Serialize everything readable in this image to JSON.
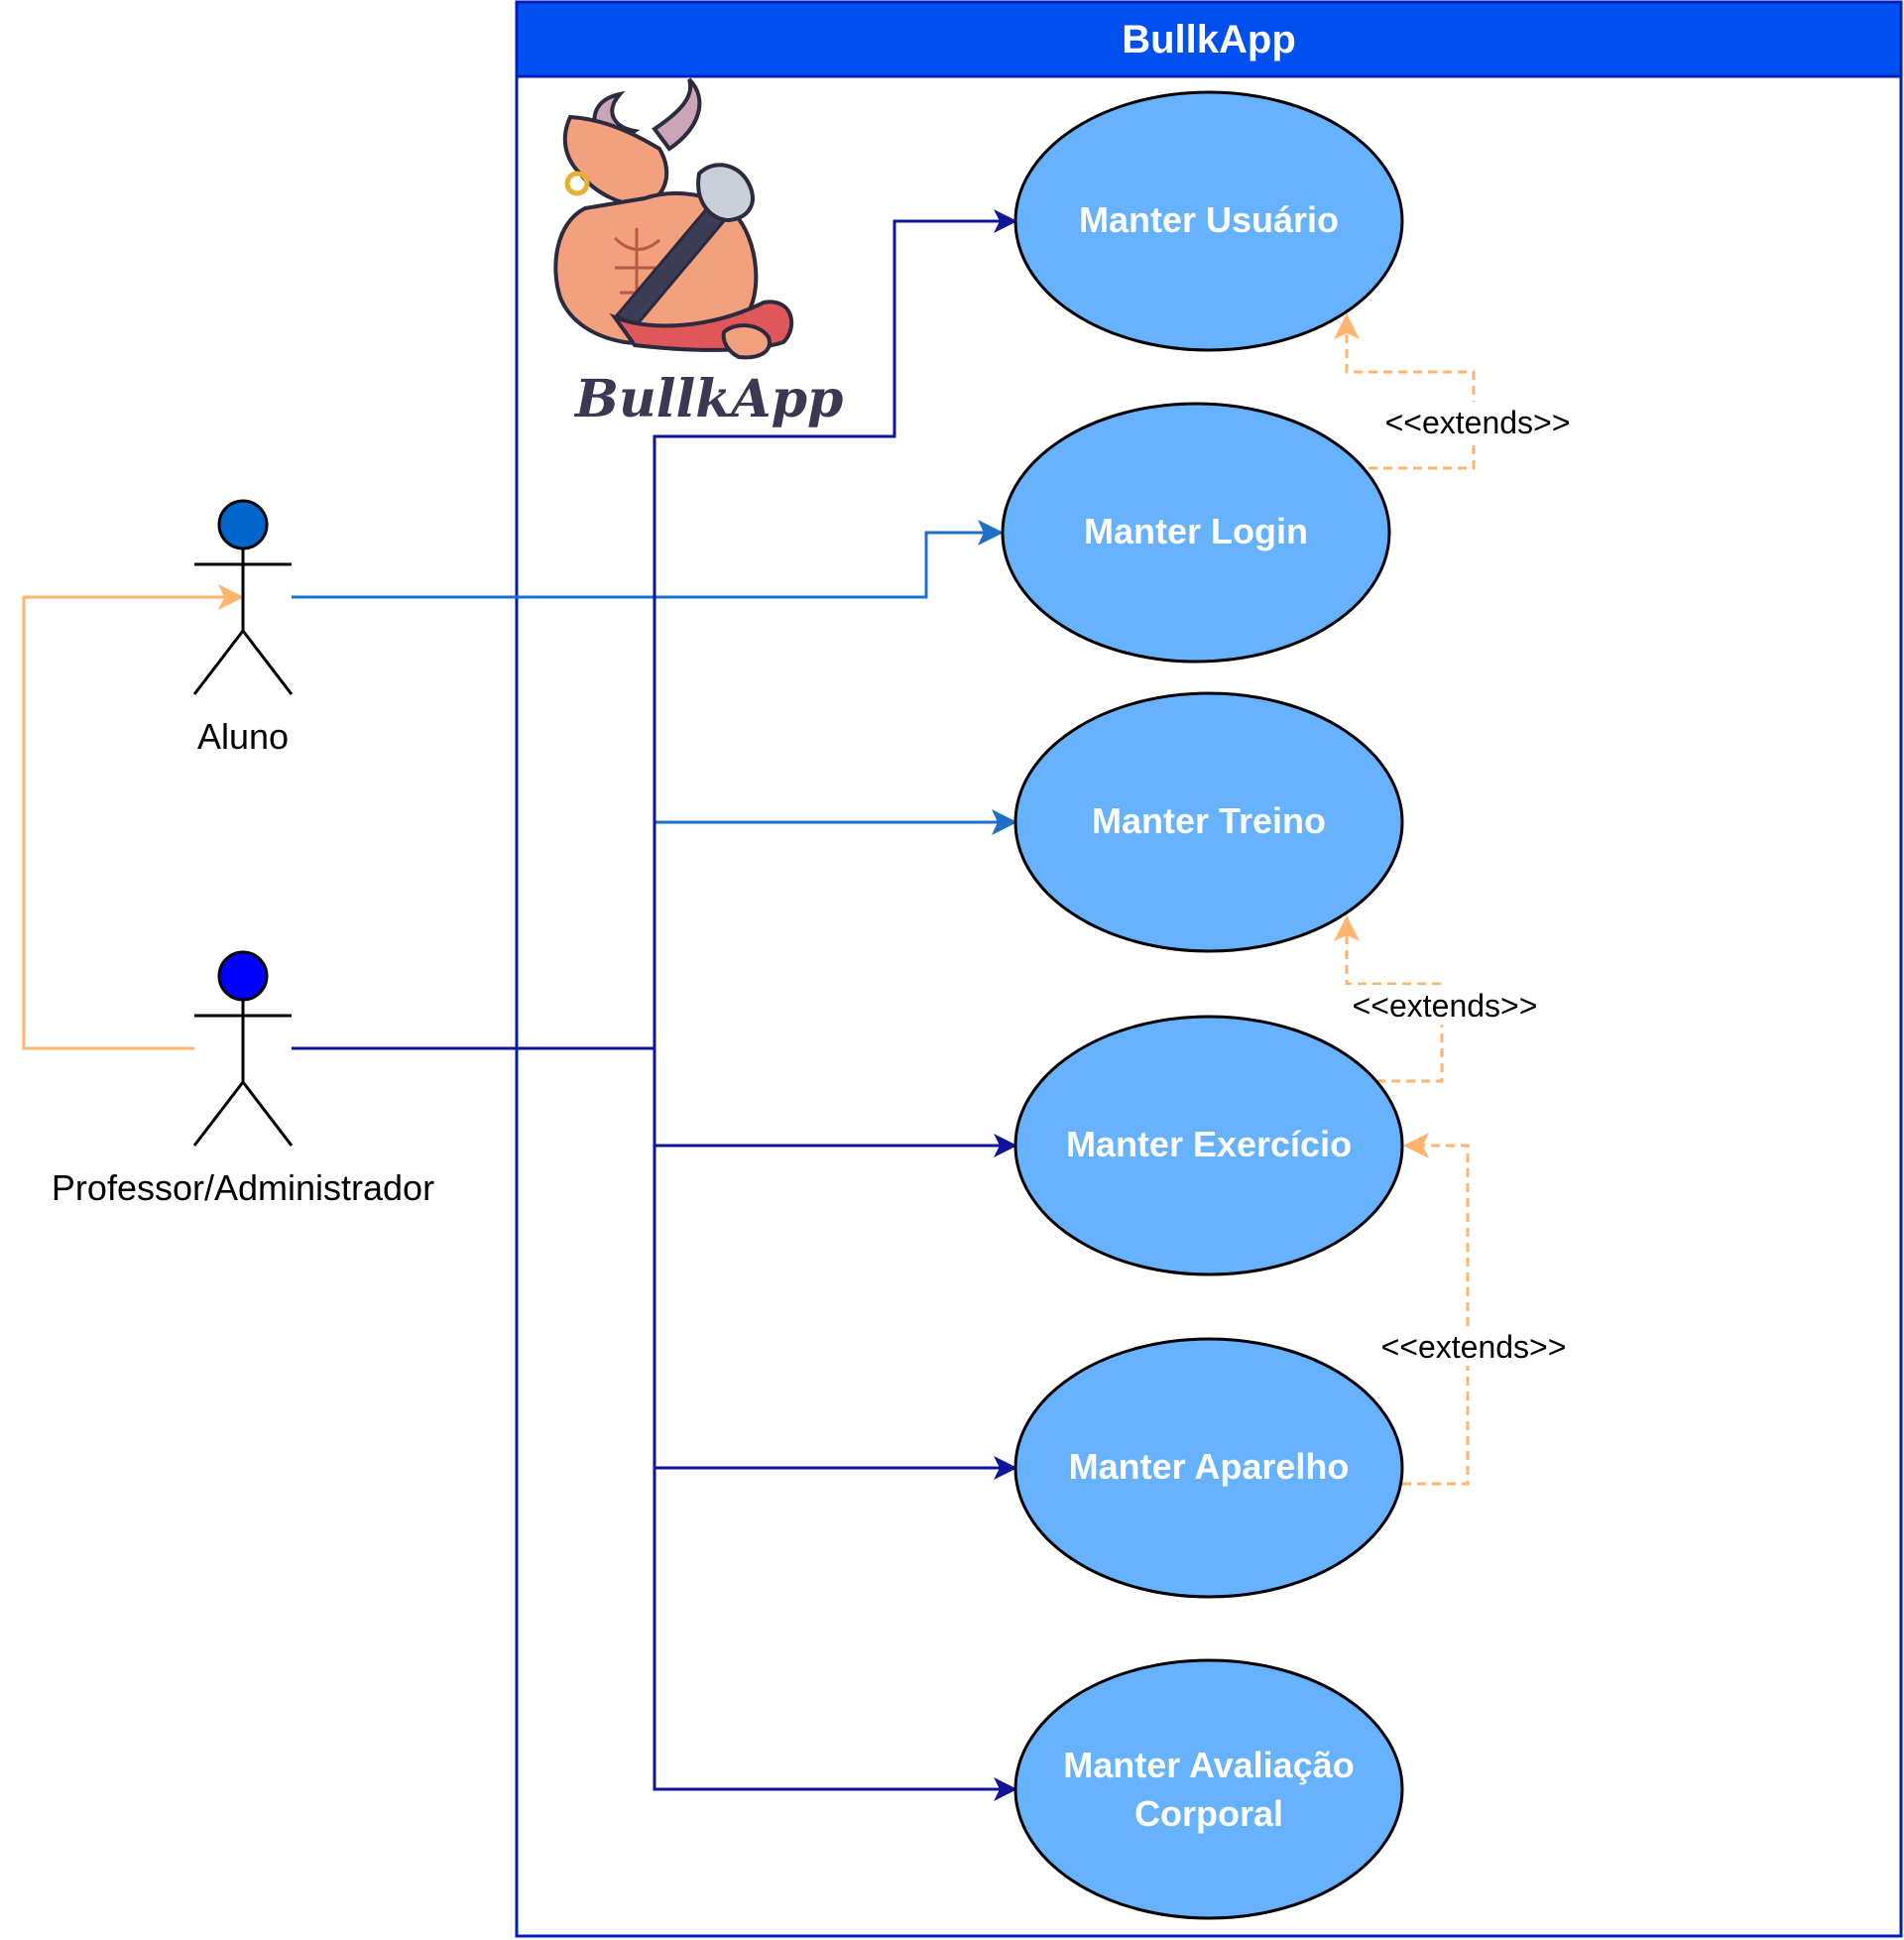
{
  "system": {
    "title": "BullkApp"
  },
  "logo": {
    "wordmark": "BullkApp",
    "icon": "bull-mascot-icon"
  },
  "actors": [
    {
      "id": "aluno",
      "label": "Aluno",
      "color": "#0066CC"
    },
    {
      "id": "professor",
      "label": "Professor/Administrador",
      "color": "#0000FF"
    }
  ],
  "use_cases": [
    {
      "id": "uc-usuario",
      "label": "Manter Usuário"
    },
    {
      "id": "uc-login",
      "label": "Manter Login"
    },
    {
      "id": "uc-treino",
      "label": "Manter Treino"
    },
    {
      "id": "uc-exercicio",
      "label": "Manter Exercício"
    },
    {
      "id": "uc-aparelho",
      "label": "Manter Aparelho"
    },
    {
      "id": "uc-avaliacao",
      "label": "Manter Avaliação\nCorporal"
    }
  ],
  "extends": [
    {
      "from": "Manter Login",
      "to": "Manter Usuário",
      "label": "<<extends>>"
    },
    {
      "from": "Manter Exercício",
      "to": "Manter Treino",
      "label": "<<extends>>"
    },
    {
      "from": "Manter Aparelho",
      "to": "Manter Exercício",
      "label": "<<extends>>"
    }
  ],
  "colors": {
    "system_header": "#0050EF",
    "system_border": "#001DBC",
    "use_case_fill": "#66B2FF",
    "aluno_link": "#1D6FC8",
    "professor_link": "#0E1598",
    "generalization": "#FFB570",
    "extends_link": "#FFB570"
  }
}
